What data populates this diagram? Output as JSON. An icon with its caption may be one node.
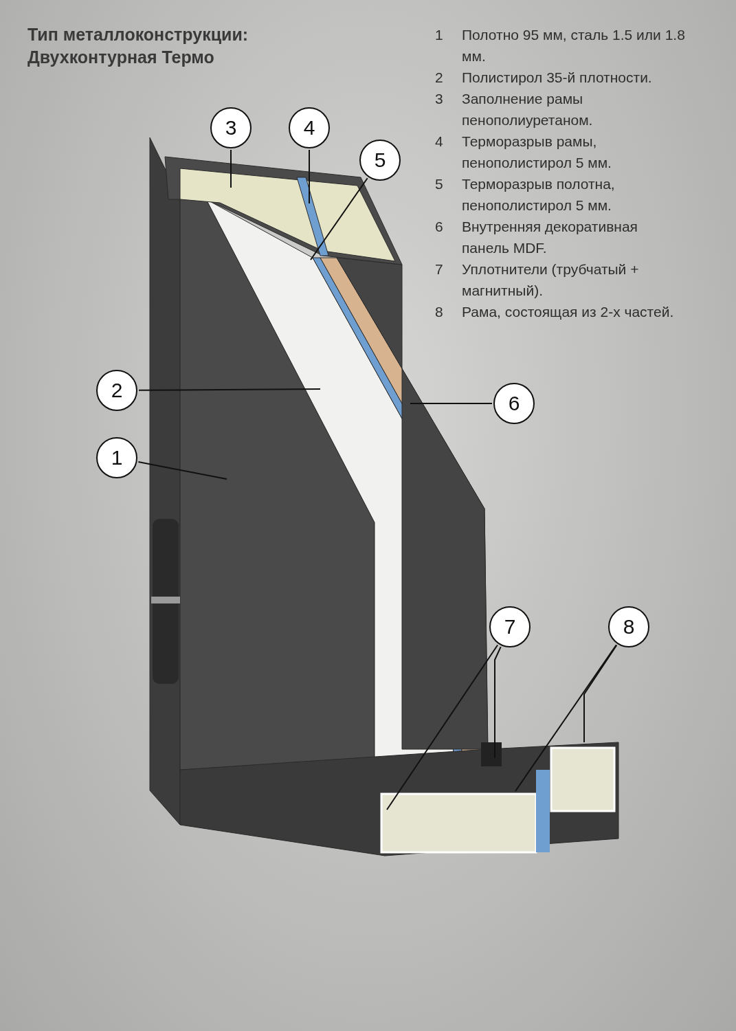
{
  "diagram": {
    "title": "Тип металлоконструкции: Двухконтурная Термо",
    "nodes": [
      {
        "text": [
          "3"
        ]
      },
      {
        "text": [
          "4"
        ]
      },
      {
        "text": [
          "5"
        ]
      },
      {
        "text": [
          "2"
        ]
      },
      {
        "text": [
          "6"
        ]
      },
      {
        "text": [
          "1"
        ]
      },
      {
        "text": [
          "7"
        ]
      },
      {
        "text": [
          "8"
        ]
      }
    ],
    "edges": [
      {
        "from": 0,
        "to": null,
        "arrow": "none"
      },
      {
        "from": 1,
        "to": null,
        "arrow": "none"
      },
      {
        "from": 2,
        "to": null,
        "arrow": "none"
      },
      {
        "from": 3,
        "to": null,
        "arrow": "none"
      },
      {
        "from": 4,
        "to": null,
        "arrow": "none"
      },
      {
        "from": 5,
        "to": null,
        "arrow": "none"
      },
      {
        "from": 6,
        "to": null,
        "arrow": "none"
      },
      {
        "from": 6,
        "to": null,
        "arrow": "none"
      },
      {
        "from": 7,
        "to": null,
        "arrow": "none"
      },
      {
        "from": 7,
        "to": null,
        "arrow": "none"
      }
    ],
    "labels": [
      "1",
      "Полотно 95 мм, сталь 1.5 или 1.8 мм.",
      "2",
      "Полистирол 35-й плотности.",
      "3",
      "Заполнение рамы пенополиуретаном.",
      "4",
      "Терморазрыв рамы, пенополистирол 5 мм.",
      "5",
      "Терморазрыв полотна, пенополистирол 5 мм.",
      "6",
      "Внутренняя декоративная панель MDF.",
      "7",
      "Уплотнители (трубчатый + магнитный).",
      "8",
      "Рама, состоящая из 2-х частей."
    ]
  }
}
